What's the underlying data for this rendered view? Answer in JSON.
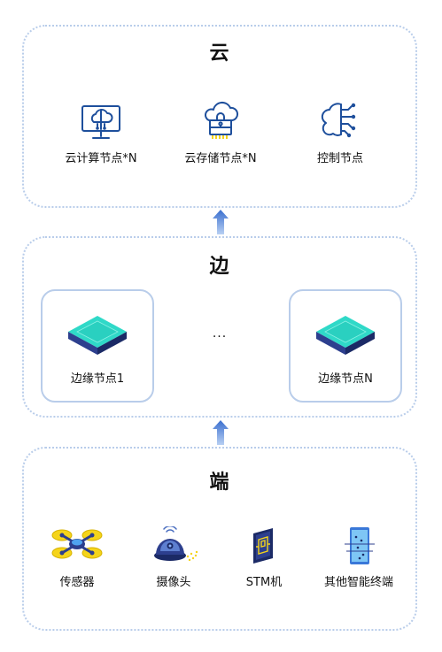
{
  "cloud": {
    "title": "云",
    "items": [
      {
        "label": "云计算节点*N",
        "icon": "cloud-computing-monitor-icon"
      },
      {
        "label": "云存储节点*N",
        "icon": "cloud-storage-lock-icon"
      },
      {
        "label": "控制节点",
        "icon": "cloud-circuit-icon"
      }
    ]
  },
  "edge": {
    "title": "边",
    "nodes": [
      {
        "label": "边缘节点1",
        "icon": "chip-icon"
      },
      {
        "label": "边缘节点N",
        "icon": "chip-icon"
      }
    ],
    "ellipsis": "..."
  },
  "end": {
    "title": "端",
    "items": [
      {
        "label": "传感器",
        "icon": "drone-sensor-icon"
      },
      {
        "label": "摄像头",
        "icon": "camera-icon"
      },
      {
        "label": "STM机",
        "icon": "stm-chip-icon"
      },
      {
        "label": "其他智能终端",
        "icon": "smart-terminal-icon"
      }
    ]
  },
  "colors": {
    "dotted_border": "#b9cdea",
    "icon_blue": "#1e4f9c",
    "chip_teal": "#2fd9c8",
    "arrow_blue": "#5b8fdc",
    "yellow": "#f5d41a"
  }
}
